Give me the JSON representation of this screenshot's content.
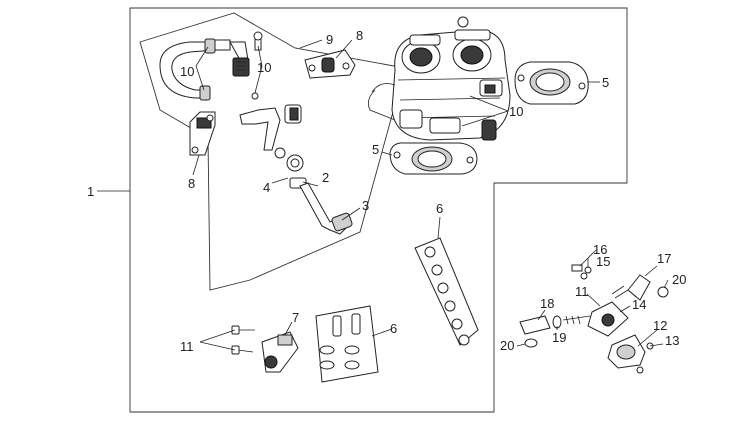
{
  "diagram": {
    "callouts": [
      {
        "id": "c1",
        "text": "1"
      },
      {
        "id": "c2",
        "text": "2"
      },
      {
        "id": "c3",
        "text": "3"
      },
      {
        "id": "c4",
        "text": "4"
      },
      {
        "id": "c5a",
        "text": "5"
      },
      {
        "id": "c5b",
        "text": "5"
      },
      {
        "id": "c6a",
        "text": "6"
      },
      {
        "id": "c6b",
        "text": "6"
      },
      {
        "id": "c7",
        "text": "7"
      },
      {
        "id": "c8a",
        "text": "8"
      },
      {
        "id": "c8b",
        "text": "8"
      },
      {
        "id": "c9",
        "text": "9"
      },
      {
        "id": "c10a",
        "text": "10"
      },
      {
        "id": "c10b",
        "text": "10"
      },
      {
        "id": "c10c",
        "text": "10"
      },
      {
        "id": "c11a",
        "text": "11"
      },
      {
        "id": "c11b",
        "text": "11"
      },
      {
        "id": "c12",
        "text": "12"
      },
      {
        "id": "c13",
        "text": "13"
      },
      {
        "id": "c14",
        "text": "14"
      },
      {
        "id": "c15",
        "text": "15"
      },
      {
        "id": "c16",
        "text": "16"
      },
      {
        "id": "c17",
        "text": "17"
      },
      {
        "id": "c18",
        "text": "18"
      },
      {
        "id": "c19",
        "text": "19"
      },
      {
        "id": "c20a",
        "text": "20"
      },
      {
        "id": "c20b",
        "text": "20"
      }
    ]
  }
}
